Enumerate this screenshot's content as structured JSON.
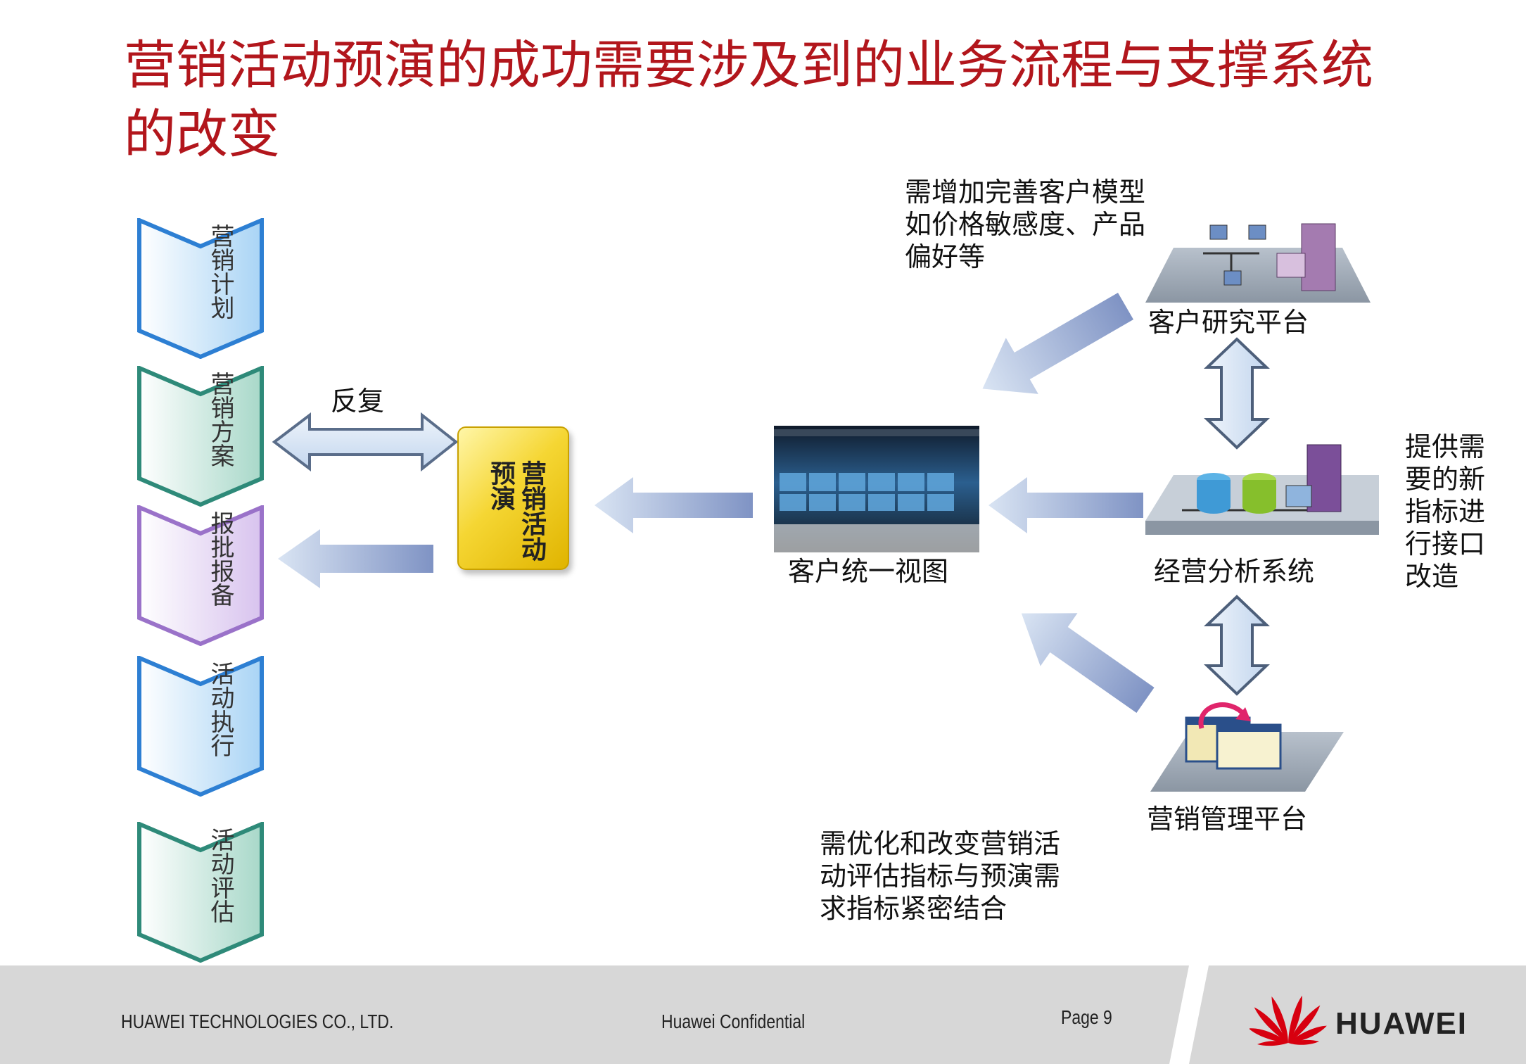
{
  "title": "营销活动预演的成功需要涉及到的业务流程与支撑系统的改变",
  "process_steps": [
    {
      "label": "营销计划",
      "color": "#2d7fd3"
    },
    {
      "label": "营销方案",
      "color": "#2e8a79"
    },
    {
      "label": "报批报备",
      "color": "#9a72c9"
    },
    {
      "label": "活动执行",
      "color": "#2d7fd3"
    },
    {
      "label": "活动评估",
      "color": "#2e8a79"
    }
  ],
  "feedback_label": "反复",
  "center_box_label": "营销活动预演",
  "unified_view_label": "客户统一视图",
  "platforms": {
    "customer_research": "客户研究平台",
    "business_analysis": "经营分析系统",
    "marketing_management": "营销管理平台"
  },
  "notes": {
    "top": "需增加完善客户模型如价格敏感度、产品偏好等",
    "right": "提供需要的新指标进行接口改造",
    "bottom": "需优化和改变营销活动评估指标与预演需求指标紧密结合"
  },
  "footer": {
    "company": "HUAWEI TECHNOLOGIES CO., LTD.",
    "confidential": "Huawei Confidential",
    "page": "Page 9",
    "logo": "HUAWEI"
  },
  "colors": {
    "title": "#b2161c",
    "arrow": "#8fa2c9",
    "box": "#f5d633"
  }
}
